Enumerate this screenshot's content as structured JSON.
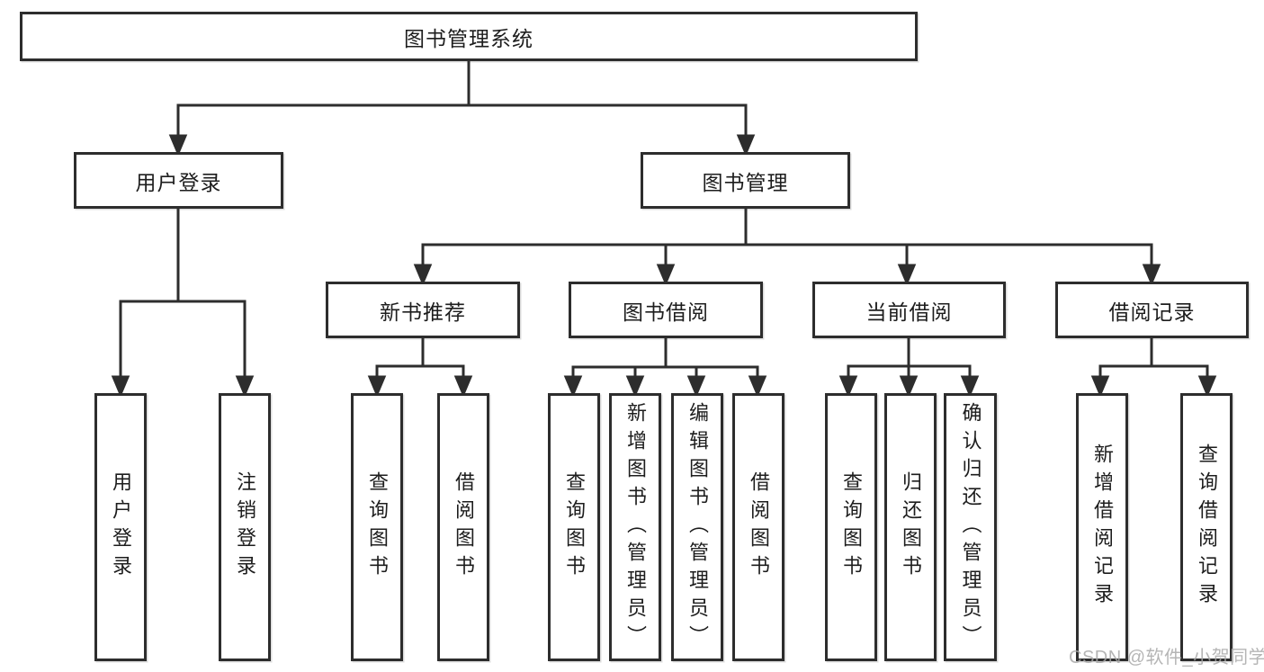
{
  "diagram": {
    "type": "hierarchy-tree",
    "root": {
      "label": "图书管理系统"
    },
    "branches": [
      {
        "label": "用户登录",
        "leaves": [
          {
            "label": "用户登录"
          },
          {
            "label": "注销登录"
          }
        ]
      },
      {
        "label": "图书管理",
        "sections": [
          {
            "label": "新书推荐",
            "leaves": [
              {
                "label": "查询图书"
              },
              {
                "label": "借阅图书"
              }
            ]
          },
          {
            "label": "图书借阅",
            "leaves": [
              {
                "label": "查询图书"
              },
              {
                "label": "新增图书（管理员）"
              },
              {
                "label": "编辑图书（管理员）"
              },
              {
                "label": "借阅图书"
              }
            ]
          },
          {
            "label": "当前借阅",
            "leaves": [
              {
                "label": "查询图书"
              },
              {
                "label": "归还图书"
              },
              {
                "label": "确认归还（管理员）"
              }
            ]
          },
          {
            "label": "借阅记录",
            "leaves": [
              {
                "label": "新增借阅记录"
              },
              {
                "label": "查询借阅记录"
              }
            ]
          }
        ]
      }
    ]
  },
  "watermark": {
    "text": "CSDN @软件_小贺同学"
  },
  "colors": {
    "line": "#2d2d2d",
    "text": "#1d1d1d",
    "background": "#ffffff",
    "watermark": "#a8a8a8"
  }
}
